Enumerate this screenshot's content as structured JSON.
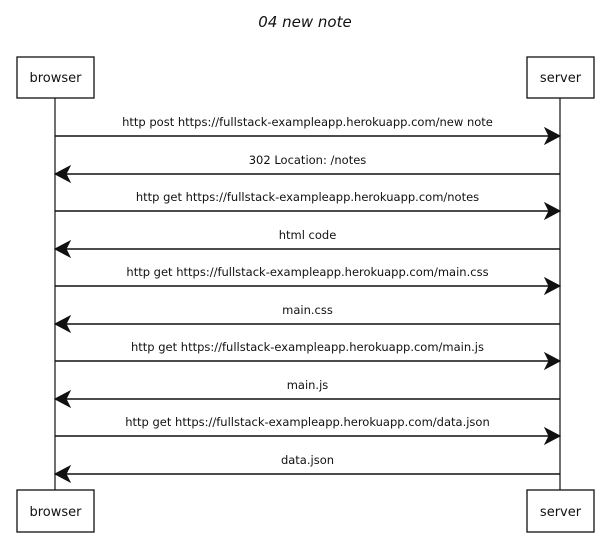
{
  "diagram": {
    "title": "04 new note",
    "participants": [
      {
        "id": "browser",
        "label": "browser"
      },
      {
        "id": "server",
        "label": "server"
      }
    ],
    "messages": [
      {
        "from": "browser",
        "to": "server",
        "label": "http post https://fullstack-exampleapp.herokuapp.com/new note"
      },
      {
        "from": "server",
        "to": "browser",
        "label": "302 Location: /notes"
      },
      {
        "from": "browser",
        "to": "server",
        "label": "http get https://fullstack-exampleapp.herokuapp.com/notes"
      },
      {
        "from": "server",
        "to": "browser",
        "label": "html code"
      },
      {
        "from": "browser",
        "to": "server",
        "label": "http get https://fullstack-exampleapp.herokuapp.com/main.css"
      },
      {
        "from": "server",
        "to": "browser",
        "label": "main.css"
      },
      {
        "from": "browser",
        "to": "server",
        "label": "http get https://fullstack-exampleapp.herokuapp.com/main.js"
      },
      {
        "from": "server",
        "to": "browser",
        "label": "main.js"
      },
      {
        "from": "browser",
        "to": "server",
        "label": "http get https://fullstack-exampleapp.herokuapp.com/data.json"
      },
      {
        "from": "server",
        "to": "browser",
        "label": "data.json"
      }
    ],
    "colors": {
      "stroke": "#111111",
      "background": "#ffffff"
    }
  }
}
